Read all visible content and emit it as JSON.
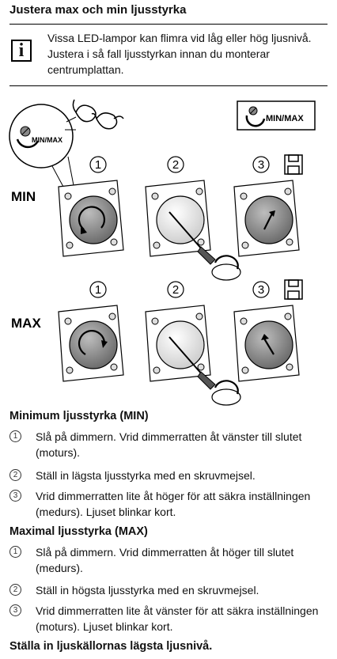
{
  "title": "Justera max och min ljusstyrka",
  "note": {
    "icon": "info-icon",
    "icon_glyph": "i",
    "text": "Vissa LED-lampor kan flimra vid låg eller hög ljusnivå. Justera i så fall ljusstyrkan innan du monterar centrumplattan."
  },
  "illustration": {
    "magnifier_label": "MIN/MAX",
    "box_label": "MIN/MAX",
    "row_min_label": "MIN",
    "row_max_label": "MAX",
    "step_numbers": [
      "1",
      "2",
      "3"
    ]
  },
  "min_section": {
    "heading": "Minimum ljusstyrka (MIN)",
    "steps": [
      {
        "num": "1",
        "text": "Slå på dimmern. Vrid dimmerratten åt vänster till slutet (moturs)."
      },
      {
        "num": "2",
        "text": "Ställ in lägsta ljusstyrka med en skruvmejsel."
      },
      {
        "num": "3",
        "text": "Vrid dimmerratten lite åt höger för att säkra inställningen (medurs). Ljuset blinkar kort."
      }
    ]
  },
  "max_section": {
    "heading": "Maximal ljusstyrka (MAX)",
    "steps": [
      {
        "num": "1",
        "text": "Slå på dimmern. Vrid dimmerratten åt höger till slutet (medurs)."
      },
      {
        "num": "2",
        "text": "Ställ in högsta ljusstyrka med en skruvmejsel."
      },
      {
        "num": "3",
        "text": "Vrid dimmerratten lite åt vänster för att säkra inställningen (moturs). Ljuset blinkar kort."
      }
    ]
  },
  "footer_heading": "Ställa in ljuskällornas lägsta ljusnivå."
}
